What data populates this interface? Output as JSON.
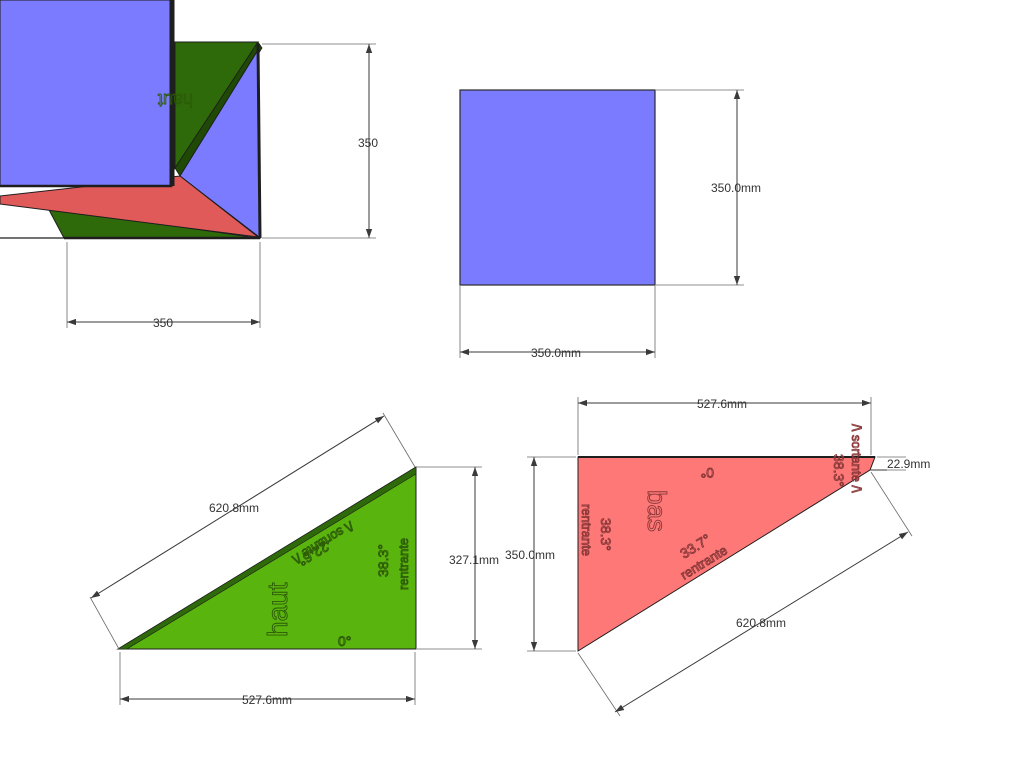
{
  "colors": {
    "blue": "#7b7bff",
    "green": "#5ab40e",
    "green_dark": "#2f6a0a",
    "red": "#ff7878",
    "red_shade": "#e05a5a"
  },
  "iso_view": {
    "dim_height": "350",
    "dim_width": "350"
  },
  "square_view": {
    "dim_height": "350.0mm",
    "dim_width": "350.0mm"
  },
  "haut_view": {
    "label": "haut",
    "angle_sortante": "22.6°",
    "sortante": "/\\ sortante /\\",
    "angle_rentrante": "38.3°",
    "rentrante": "rentrante",
    "angle_bottom": "0°",
    "dim_hypotenuse": "620.8mm",
    "dim_height": "327.1mm",
    "dim_width": "527.6mm"
  },
  "bas_view": {
    "label": "bas",
    "angle_top": "0°",
    "angle_sortante": "38.3°",
    "sortante": "/\\ sortante /\\",
    "angle_left": "38.3°",
    "rentrante_left": "rentrante",
    "angle_rentrante": "33.7°",
    "rentrante": "rentrante",
    "dim_top": "527.6mm",
    "dim_left": "350.0mm",
    "dim_tip": "22.9mm",
    "dim_hypotenuse": "620.8mm"
  }
}
